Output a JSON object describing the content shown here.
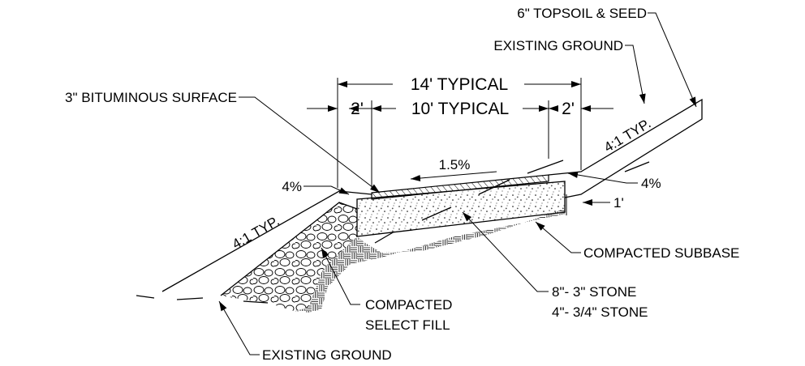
{
  "labels": {
    "topsoil": "6\" TOPSOIL & SEED",
    "existing_ground_top": "EXISTING GROUND",
    "bituminous": "3\" BITUMINOUS SURFACE",
    "width_total": "14' TYPICAL",
    "width_travel": "10' TYPICAL",
    "shoulder_left": "2'",
    "shoulder_right": "2'",
    "slope_right": "4:1 TYP.",
    "slope_left": "4:1 TYP.",
    "cross_slope": "1.5%",
    "shoulder_slope_left": "4%",
    "shoulder_slope_right": "4%",
    "offset_right": "1'",
    "subbase": "COMPACTED SUBBASE",
    "stone_line1": "8\"- 3\" STONE",
    "stone_line2": "4\"- 3/4\" STONE",
    "select_fill_line1": "COMPACTED",
    "select_fill_line2": "SELECT FILL",
    "existing_ground_bottom": "EXISTING GROUND"
  }
}
